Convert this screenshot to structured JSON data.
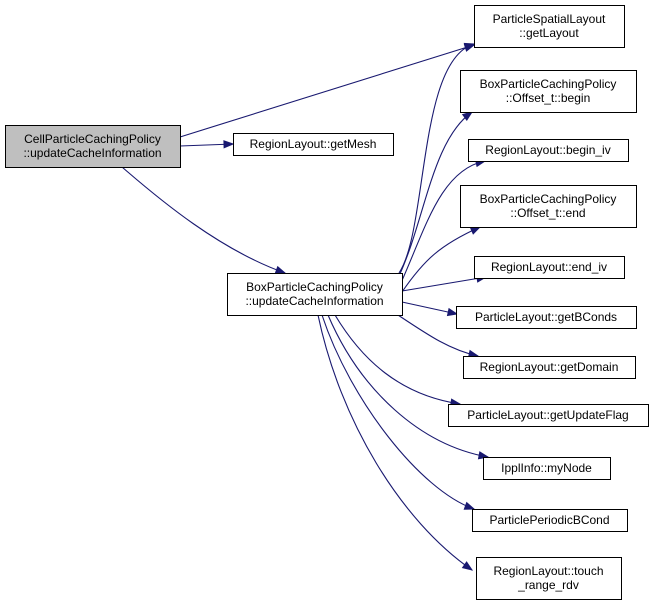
{
  "colors": {
    "edge": "#191970",
    "node_fill": "#ffffff",
    "root_fill": "#bfbfbf",
    "node_border": "#000000"
  },
  "nodes": [
    {
      "id": "root",
      "lines": [
        "CellParticleCachingPolicy",
        "::updateCacheInformation"
      ]
    },
    {
      "id": "getmesh",
      "lines": [
        "RegionLayout::getMesh"
      ]
    },
    {
      "id": "box-update",
      "lines": [
        "BoxParticleCachingPolicy",
        "::updateCacheInformation"
      ]
    },
    {
      "id": "spatial-getlayout",
      "lines": [
        "ParticleSpatialLayout",
        "::getLayout"
      ]
    },
    {
      "id": "offset-begin",
      "lines": [
        "BoxParticleCachingPolicy",
        "::Offset_t::begin"
      ]
    },
    {
      "id": "begin-iv",
      "lines": [
        "RegionLayout::begin_iv"
      ]
    },
    {
      "id": "offset-end",
      "lines": [
        "BoxParticleCachingPolicy",
        "::Offset_t::end"
      ]
    },
    {
      "id": "end-iv",
      "lines": [
        "RegionLayout::end_iv"
      ]
    },
    {
      "id": "getbconds",
      "lines": [
        "ParticleLayout::getBConds"
      ]
    },
    {
      "id": "getdomain",
      "lines": [
        "RegionLayout::getDomain"
      ]
    },
    {
      "id": "getupdateflag",
      "lines": [
        "ParticleLayout::getUpdateFlag"
      ]
    },
    {
      "id": "mynode",
      "lines": [
        "IpplInfo::myNode"
      ]
    },
    {
      "id": "periodic-bcond",
      "lines": [
        "ParticlePeriodicBCond"
      ]
    },
    {
      "id": "touch-range",
      "lines": [
        "RegionLayout::touch",
        "_range_rdv"
      ]
    }
  ],
  "edges": [
    {
      "from": "root",
      "to": "spatial-getlayout"
    },
    {
      "from": "root",
      "to": "getmesh"
    },
    {
      "from": "root",
      "to": "box-update"
    },
    {
      "from": "box-update",
      "to": "spatial-getlayout"
    },
    {
      "from": "box-update",
      "to": "offset-begin"
    },
    {
      "from": "box-update",
      "to": "begin-iv"
    },
    {
      "from": "box-update",
      "to": "offset-end"
    },
    {
      "from": "box-update",
      "to": "end-iv"
    },
    {
      "from": "box-update",
      "to": "getbconds"
    },
    {
      "from": "box-update",
      "to": "getdomain"
    },
    {
      "from": "box-update",
      "to": "getupdateflag"
    },
    {
      "from": "box-update",
      "to": "mynode"
    },
    {
      "from": "box-update",
      "to": "periodic-bcond"
    },
    {
      "from": "box-update",
      "to": "touch-range"
    }
  ]
}
